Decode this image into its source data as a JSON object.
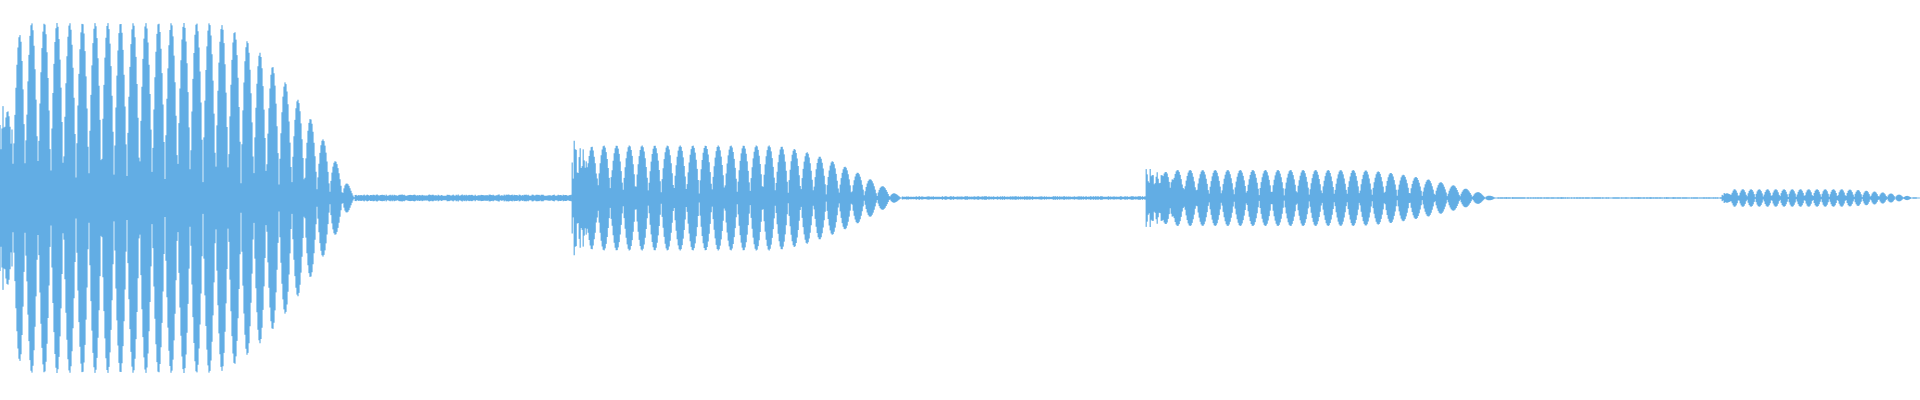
{
  "waveform": {
    "color": "#62ade4",
    "peak_amplitude": 1.0,
    "segments": [
      {
        "start": 0.0,
        "end": 0.185,
        "peak": 1.0,
        "attack": 0.01,
        "decay": 0.06,
        "cycles": 28,
        "transient": 0.55
      },
      {
        "start": 0.185,
        "end": 0.298,
        "peak": 0.02,
        "attack": 0.0,
        "decay": 0.0,
        "cycles": 0,
        "transient": 0.0
      },
      {
        "start": 0.298,
        "end": 0.47,
        "peak": 0.3,
        "attack": 0.0,
        "decay": 0.06,
        "cycles": 26,
        "transient": 0.34
      },
      {
        "start": 0.47,
        "end": 0.597,
        "peak": 0.01,
        "attack": 0.0,
        "decay": 0.0,
        "cycles": 0,
        "transient": 0.0
      },
      {
        "start": 0.597,
        "end": 0.78,
        "peak": 0.16,
        "attack": 0.0,
        "decay": 0.05,
        "cycles": 28,
        "transient": 0.18
      },
      {
        "start": 0.78,
        "end": 0.897,
        "peak": 0.005,
        "attack": 0.0,
        "decay": 0.0,
        "cycles": 0,
        "transient": 0.0
      },
      {
        "start": 0.897,
        "end": 1.0,
        "peak": 0.05,
        "attack": 0.0,
        "decay": 0.0,
        "cycles": 24,
        "transient": 0.03
      }
    ]
  }
}
